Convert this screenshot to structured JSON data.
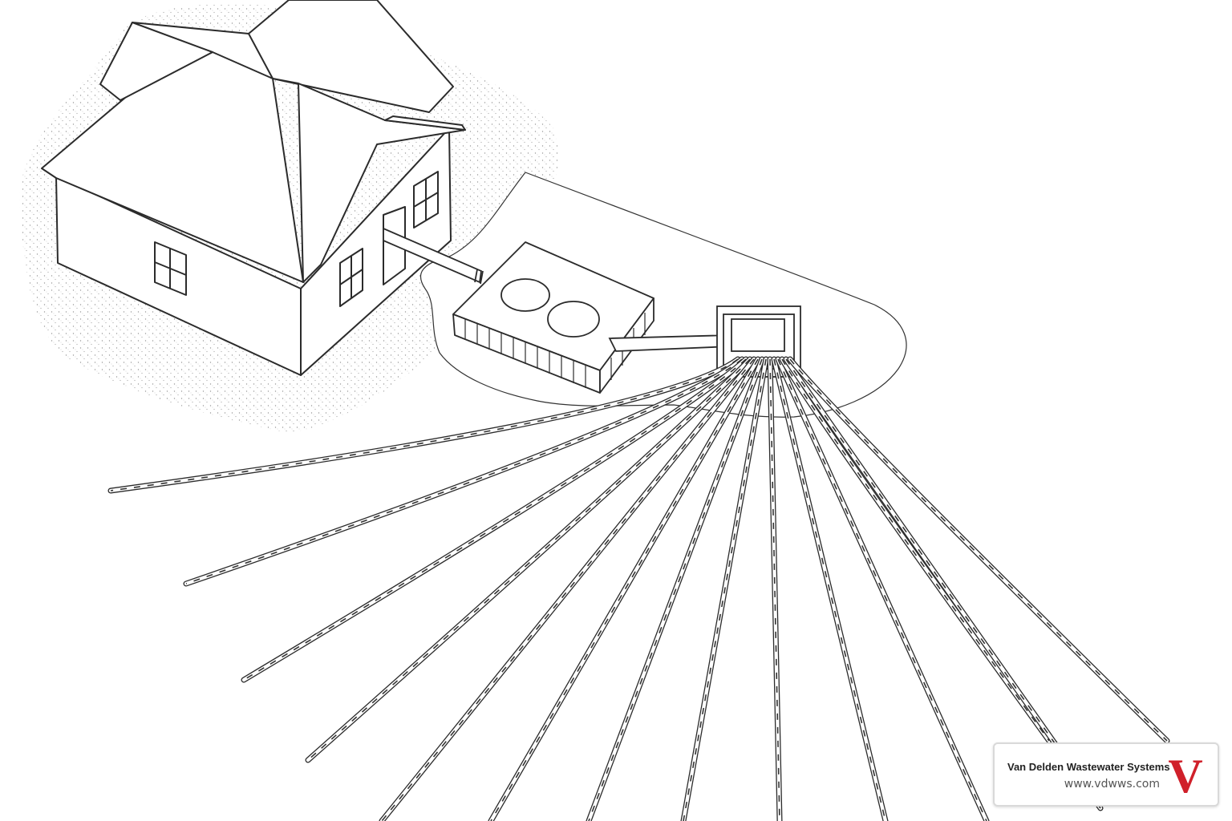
{
  "brand": {
    "name": "Van Delden Wastewater Systems",
    "url": "www.vdwws.com",
    "logo_letter": "V",
    "logo_color": "#d0202a"
  },
  "colors": {
    "line": "#2b2b2b",
    "background": "#ffffff",
    "stipple": "#777777"
  },
  "diagram": {
    "components": [
      "house",
      "septic-tank",
      "distribution-box",
      "drain-field-laterals"
    ],
    "lateral_count": 14
  }
}
